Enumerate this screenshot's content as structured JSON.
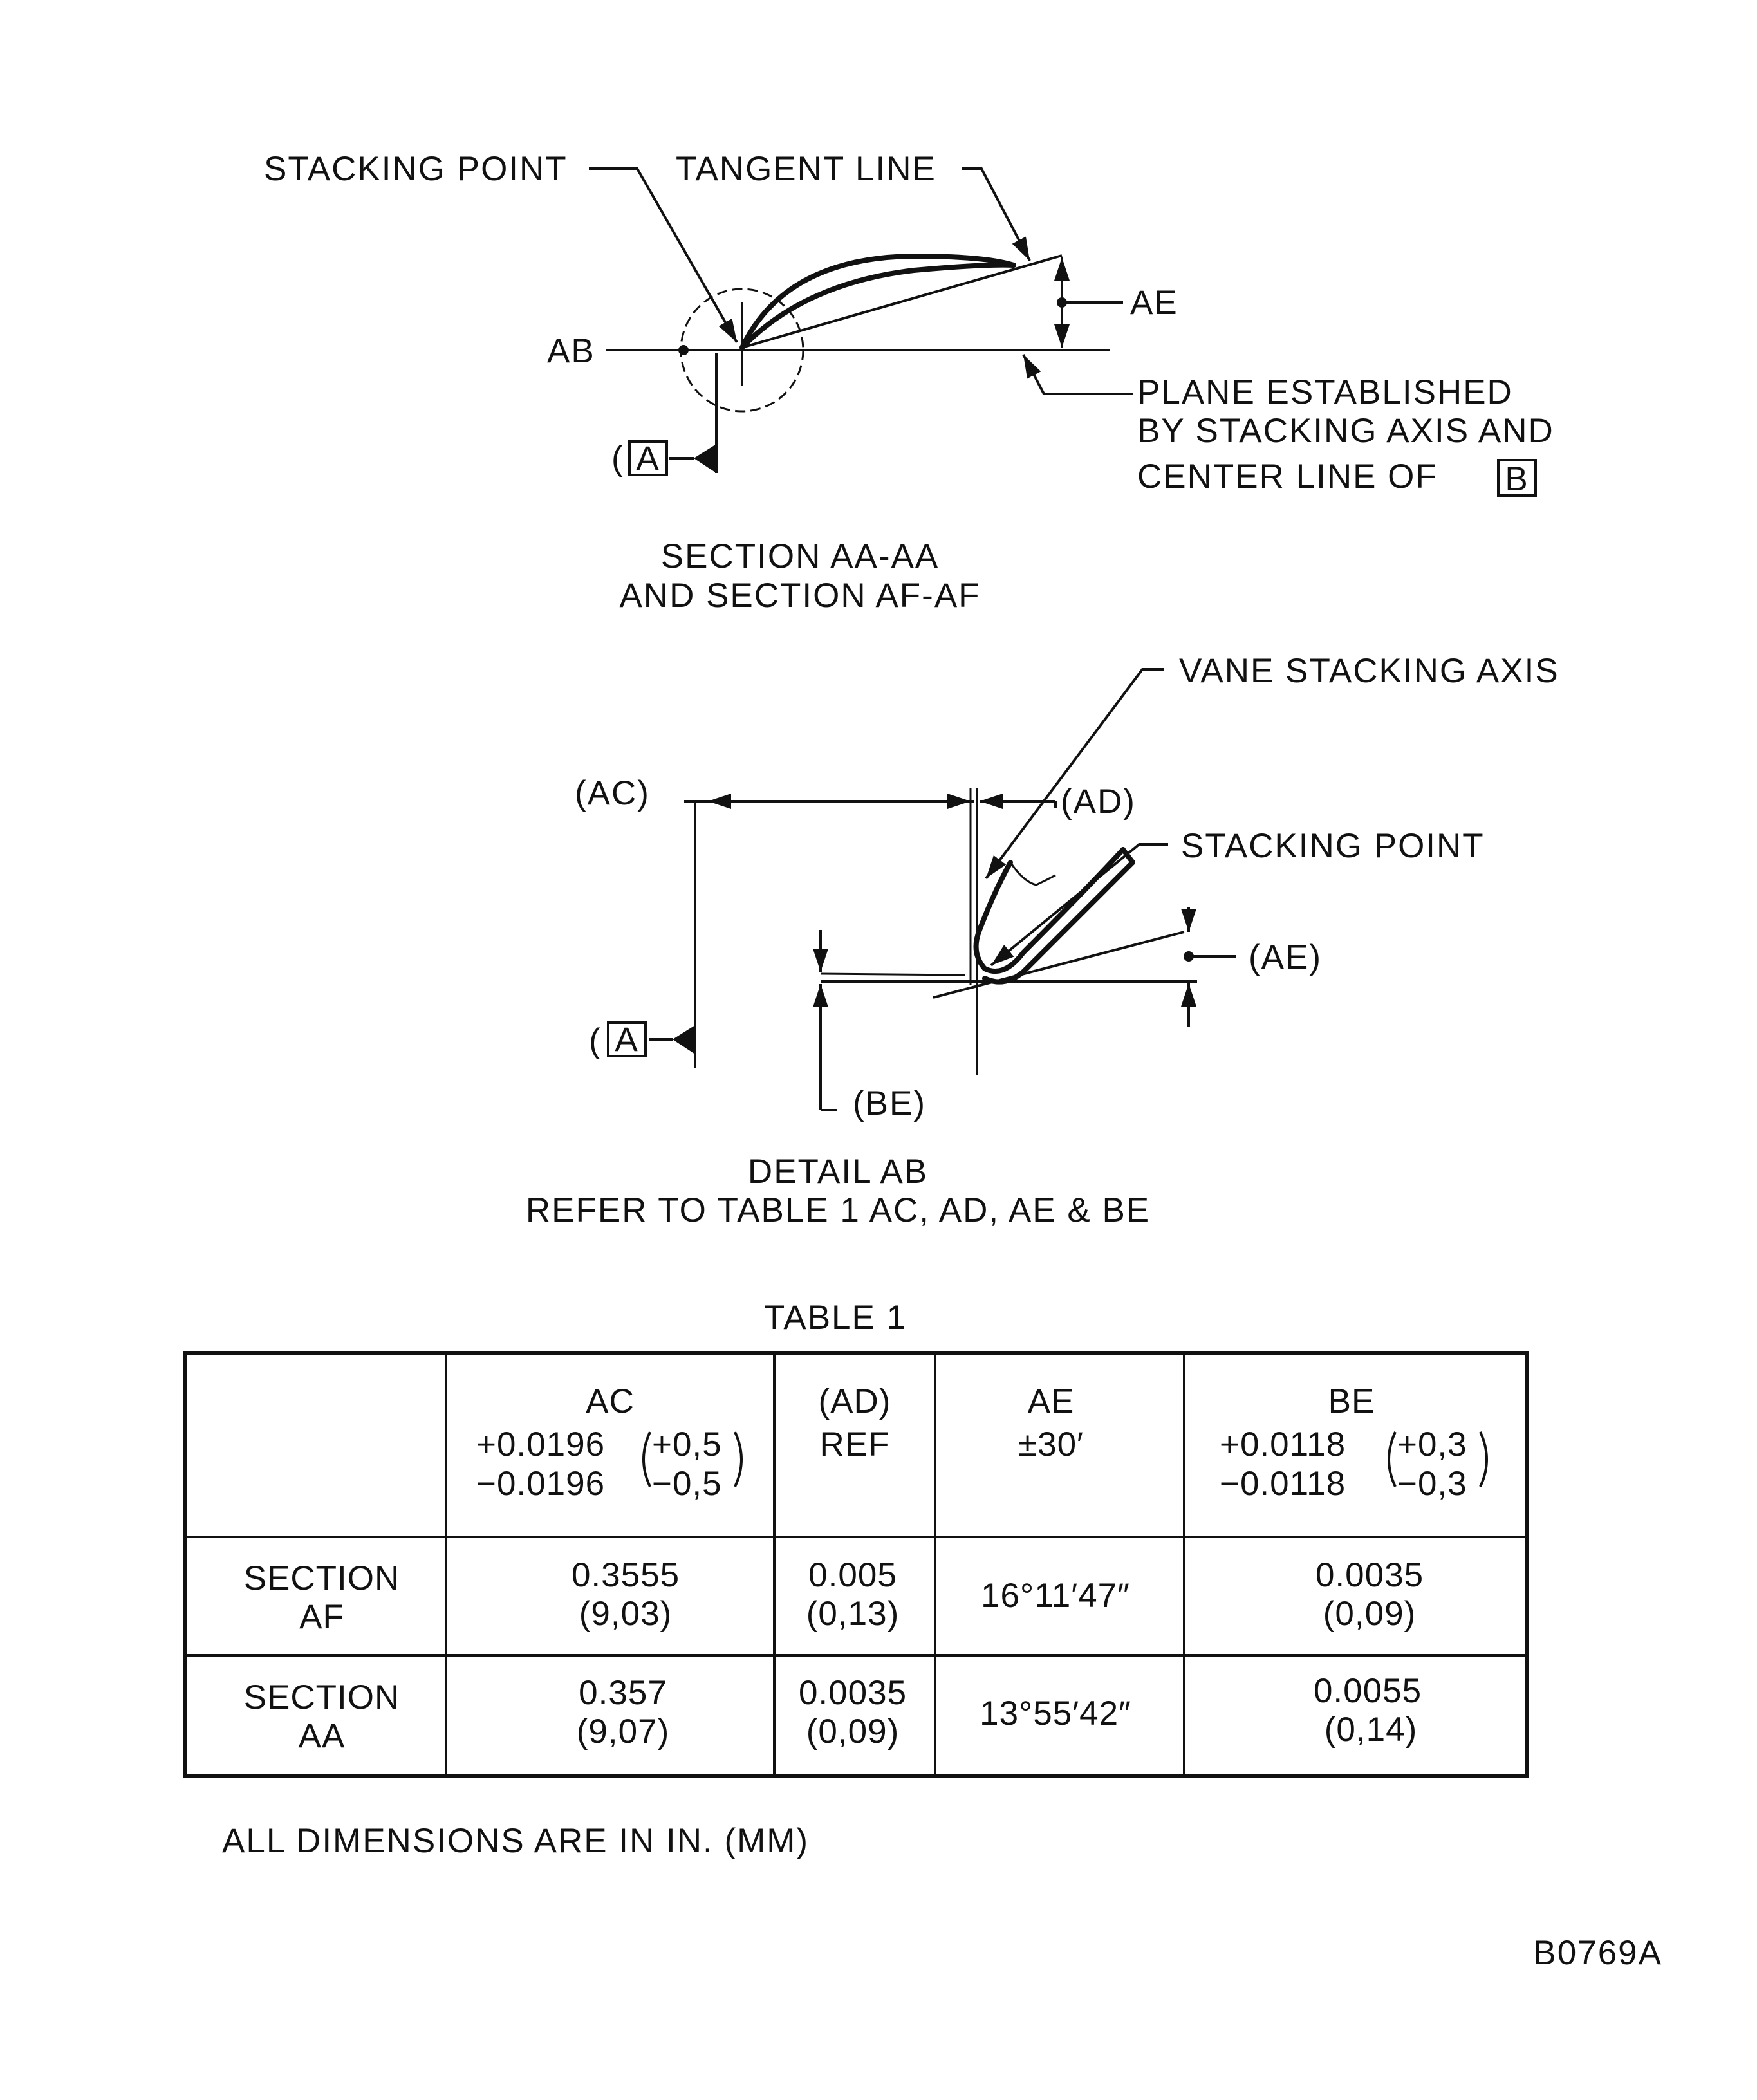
{
  "section_view": {
    "stacking_point": "STACKING POINT",
    "tangent_line": "TANGENT LINE",
    "ae": "AE",
    "ab": "AB",
    "datum_a": "A",
    "plane_line1": "PLANE ESTABLISHED",
    "plane_line2": "BY STACKING AXIS AND",
    "plane_line3": "CENTER LINE OF",
    "datum_b": "B",
    "caption_line1": "SECTION AA-AA",
    "caption_line2": "AND SECTION AF-AF"
  },
  "detail_view": {
    "vane_stacking_axis": "VANE STACKING AXIS",
    "ac": "(AC)",
    "ad": "(AD)",
    "stacking_point": "STACKING POINT",
    "ae": "(AE)",
    "datum_a": "A",
    "be": "(BE)",
    "caption_line1": "DETAIL AB",
    "caption_line2": "REFER TO TABLE 1 AC, AD, AE & BE"
  },
  "table": {
    "title": "TABLE 1",
    "headers": {
      "ac": {
        "name": "AC",
        "tol_plus": "+0.0196",
        "tol_minus": "−0.0196",
        "mm_plus": "+0,5",
        "mm_minus": "−0,5"
      },
      "ad": {
        "name": "(AD)",
        "note": "REF"
      },
      "ae": {
        "name": "AE",
        "tol": "±30′"
      },
      "be": {
        "name": "BE",
        "tol_plus": "+0.0118",
        "tol_minus": "−0.0118",
        "mm_plus": "+0,3",
        "mm_minus": "−0,3"
      }
    },
    "rows": [
      {
        "label1": "SECTION",
        "label2": "AF",
        "ac1": "0.3555",
        "ac2": "(9,03)",
        "ad1": "0.005",
        "ad2": "(0,13)",
        "ae": "16°11′47″",
        "be1": "0.0035",
        "be2": "(0,09)"
      },
      {
        "label1": "SECTION",
        "label2": "AA",
        "ac1": "0.357",
        "ac2": "(9,07)",
        "ad1": "0.0035",
        "ad2": "(0,09)",
        "ae": "13°55′42″",
        "be1": "0.0055",
        "be2": "(0,14)"
      }
    ]
  },
  "footer_note": "ALL DIMENSIONS ARE IN IN. (MM)",
  "drawing_id": "B0769A"
}
